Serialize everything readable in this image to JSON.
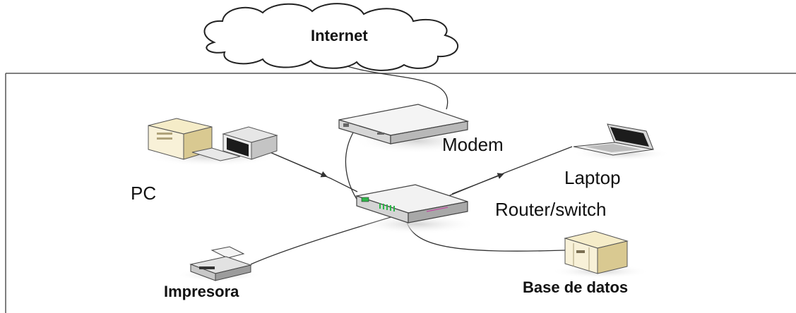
{
  "nodes": {
    "internet": "Internet",
    "modem": "Modem",
    "laptop": "Laptop",
    "pc": "PC",
    "router": "Router/switch",
    "printer": "Impresora",
    "database": "Base de datos"
  },
  "colors": {
    "line": "#333333",
    "device_light": "#f2f2f2",
    "device_mid": "#d4d4d4",
    "device_dark": "#9a9a9a",
    "cream": "#f5ecc8",
    "cream_dark": "#d9c991",
    "led_green": "#2fb54a"
  }
}
